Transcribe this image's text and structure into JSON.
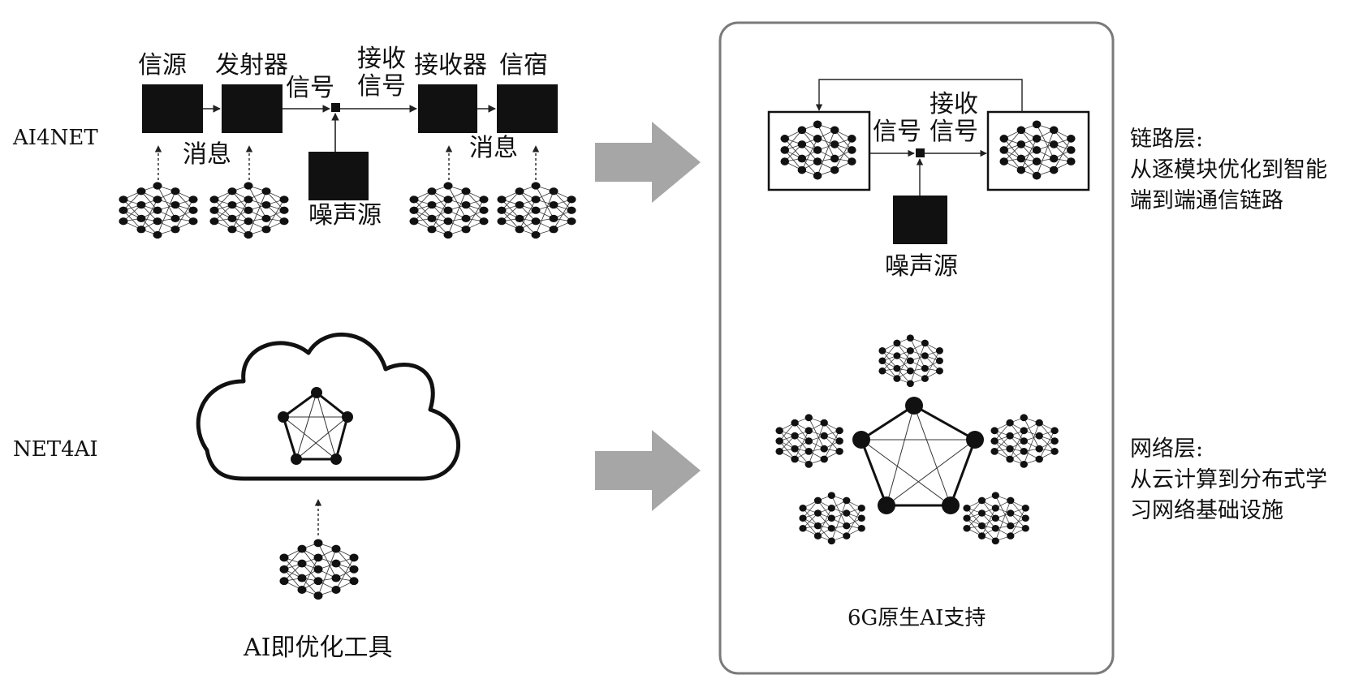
{
  "left_rows": {
    "ai4net": "AI4NET",
    "net4ai": "NET4AI"
  },
  "ai4net_chain": {
    "source": "信源",
    "transmitter": "发射器",
    "signal": "信号",
    "received_signal_line1": "接收",
    "received_signal_line2": "信号",
    "receiver": "接收器",
    "sink": "信宿",
    "message_left": "消息",
    "message_right": "消息",
    "noise_source": "噪声源"
  },
  "net4ai_cloud": {
    "caption": "AI即优化工具"
  },
  "native_panel": {
    "signal": "信号",
    "received_signal_line1": "接收",
    "received_signal_line2": "信号",
    "noise_source": "噪声源",
    "caption": "6G原生AI支持"
  },
  "side_notes": {
    "link_layer_title": "链路层:",
    "link_layer_line1": "从逐模块优化到智能",
    "link_layer_line2": "端到端通信链路",
    "network_layer_title": "网络层:",
    "network_layer_line1": "从云计算到分布式学",
    "network_layer_line2": "习网络基础设施"
  },
  "colors": {
    "block_fill": "#111111",
    "arrow_fill": "#a6a6a6",
    "panel_border": "#7a7a7a",
    "line": "#222222"
  }
}
